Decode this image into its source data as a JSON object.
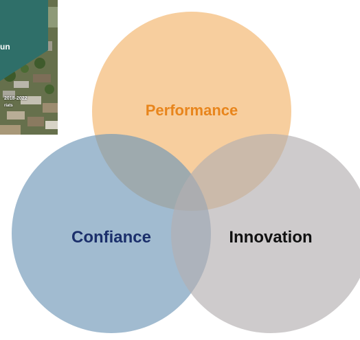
{
  "cover": {
    "title": "un",
    "years": "2018-2022",
    "subtitle": "riats"
  },
  "venn": {
    "sets": [
      {
        "label": "Performance",
        "fill": "#f3b36a",
        "text_color": "#e8851c"
      },
      {
        "label": "Confiance",
        "fill": "#6f97b7",
        "text_color": "#1b2f6b"
      },
      {
        "label": "Innovation",
        "fill": "#b3afb1",
        "text_color": "#111111"
      }
    ]
  }
}
